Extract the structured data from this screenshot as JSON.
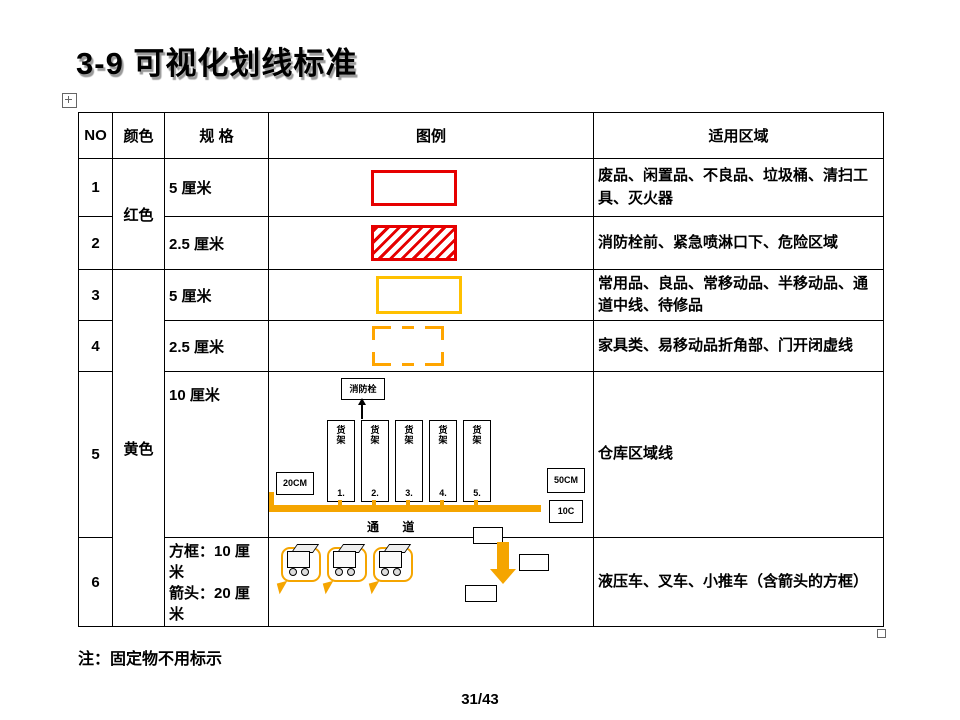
{
  "page": {
    "title": "3-9 可视化划线标准",
    "note": "注：固定物不用标示",
    "page_number": "31/43"
  },
  "table": {
    "headers": {
      "no": "NO",
      "color": "颜色",
      "spec": "规 格",
      "legend": "图例",
      "area": "适用区域"
    },
    "color_groups": {
      "red": "红色",
      "yellow": "黄色"
    },
    "rows": [
      {
        "no": "1",
        "spec": "5 厘米",
        "area": "废品、闲置品、不良品、垃圾桶、清扫工具、灭火器"
      },
      {
        "no": "2",
        "spec": "2.5 厘米",
        "area": "消防栓前、紧急喷淋口下、危险区域"
      },
      {
        "no": "3",
        "spec": "5 厘米",
        "area": "常用品、良品、常移动品、半移动品、通道中线、待修品"
      },
      {
        "no": "4",
        "spec": "2.5 厘米",
        "area": "家具类、易移动品折角部、门开闭虚线"
      },
      {
        "no": "5",
        "spec": "10 厘米",
        "area": "仓库区域线"
      },
      {
        "no": "6",
        "spec_line1": "方框：10 厘米",
        "spec_line2": "箭头：20 厘米",
        "area": "液压车、叉车、小推车（含箭头的方框）"
      }
    ]
  },
  "warehouse_diagram": {
    "top_box": "消防栓",
    "left_box": "20CM",
    "right_box_top": "50CM",
    "right_box_bottom": "10C",
    "aisle_label": "通 道",
    "racks": [
      {
        "label": "货架",
        "num": "1."
      },
      {
        "label": "货架",
        "num": "2."
      },
      {
        "label": "货架",
        "num": "3."
      },
      {
        "label": "货架",
        "num": "4."
      },
      {
        "label": "货架",
        "num": "5."
      }
    ]
  },
  "colors": {
    "red": "#e60000",
    "yellow": "#ffc000",
    "orange": "#f5a500"
  }
}
